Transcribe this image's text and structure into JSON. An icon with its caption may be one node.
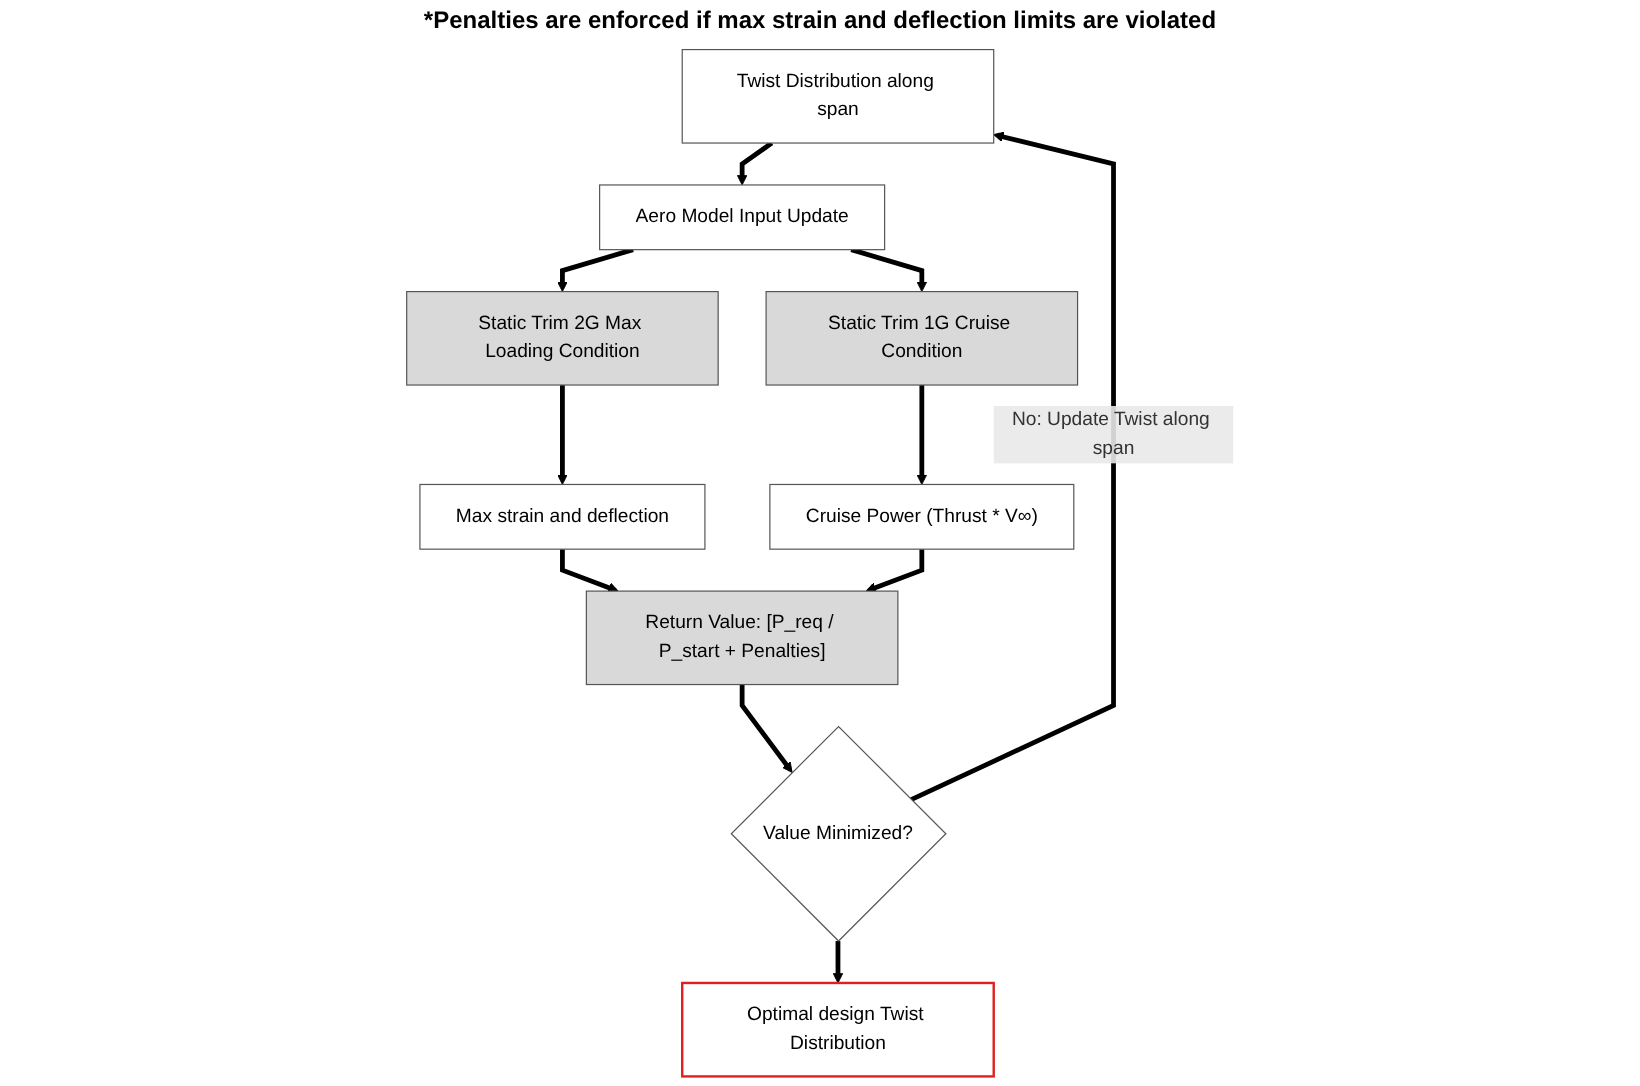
{
  "diagram": {
    "nodes": [
      {
        "text": [
          "Twist Distribution along span"
        ]
      },
      {
        "text": [
          "Aero Model Input Update"
        ]
      },
      {
        "text": [
          "Static Trim 2G Max Loading Condition"
        ]
      },
      {
        "text": [
          "Static Trim 1G Cruise Condition"
        ]
      },
      {
        "text": [
          "Max strain and deflection"
        ]
      },
      {
        "text": [
          "Cruise Power (Thrust * V∞)"
        ]
      },
      {
        "text": [
          "Return Value: [P_req / P_start + Penalties]"
        ]
      },
      {
        "text": [
          "Value Minimized?"
        ]
      },
      {
        "text": [
          "Optimal design Twist Distribution"
        ]
      }
    ],
    "edges": [
      {
        "from": 0,
        "to": 1,
        "arrow": "to"
      },
      {
        "from": 1,
        "to": 2,
        "arrow": "to"
      },
      {
        "from": 1,
        "to": 3,
        "arrow": "to"
      },
      {
        "from": 2,
        "to": 4,
        "arrow": "to"
      },
      {
        "from": 3,
        "to": 5,
        "arrow": "to"
      },
      {
        "from": 4,
        "to": 6,
        "arrow": "to"
      },
      {
        "from": 5,
        "to": 6,
        "arrow": "to"
      },
      {
        "from": 6,
        "to": 7,
        "arrow": "to"
      },
      {
        "from": 7,
        "to": 0,
        "arrow": "to",
        "label": "No: Update Twist along span"
      },
      {
        "from": 7,
        "to": 8,
        "arrow": "to"
      }
    ],
    "labels": [
      "*Penalties are enforced if max strain and deflection limits are violated"
    ]
  }
}
